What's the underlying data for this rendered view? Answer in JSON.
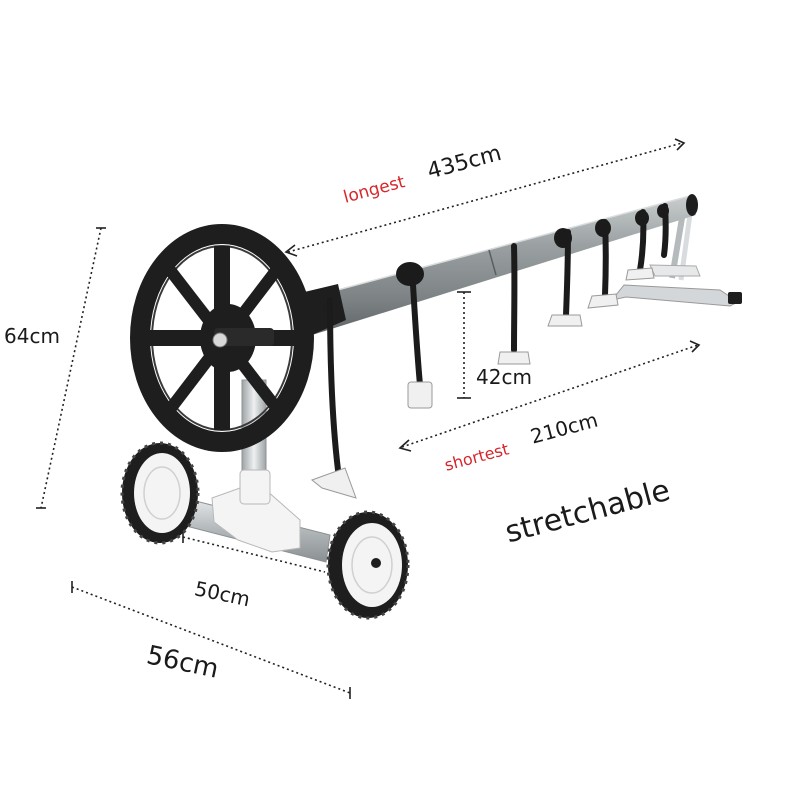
{
  "labels": {
    "longest_word": "longest",
    "longest_value": "435cm",
    "shortest_word": "shortest",
    "shortest_value": "210cm",
    "height": "64cm",
    "bracket_height": "42cm",
    "axle_width": "50cm",
    "overall_width": "56cm",
    "feature": "stretchable"
  },
  "colors": {
    "accent_red": "#d6262b",
    "tube_gray": "#8e9496",
    "dark_plastic": "#1e1e1e",
    "dimension_line": "#222222",
    "white_plastic": "#f4f4f4"
  }
}
